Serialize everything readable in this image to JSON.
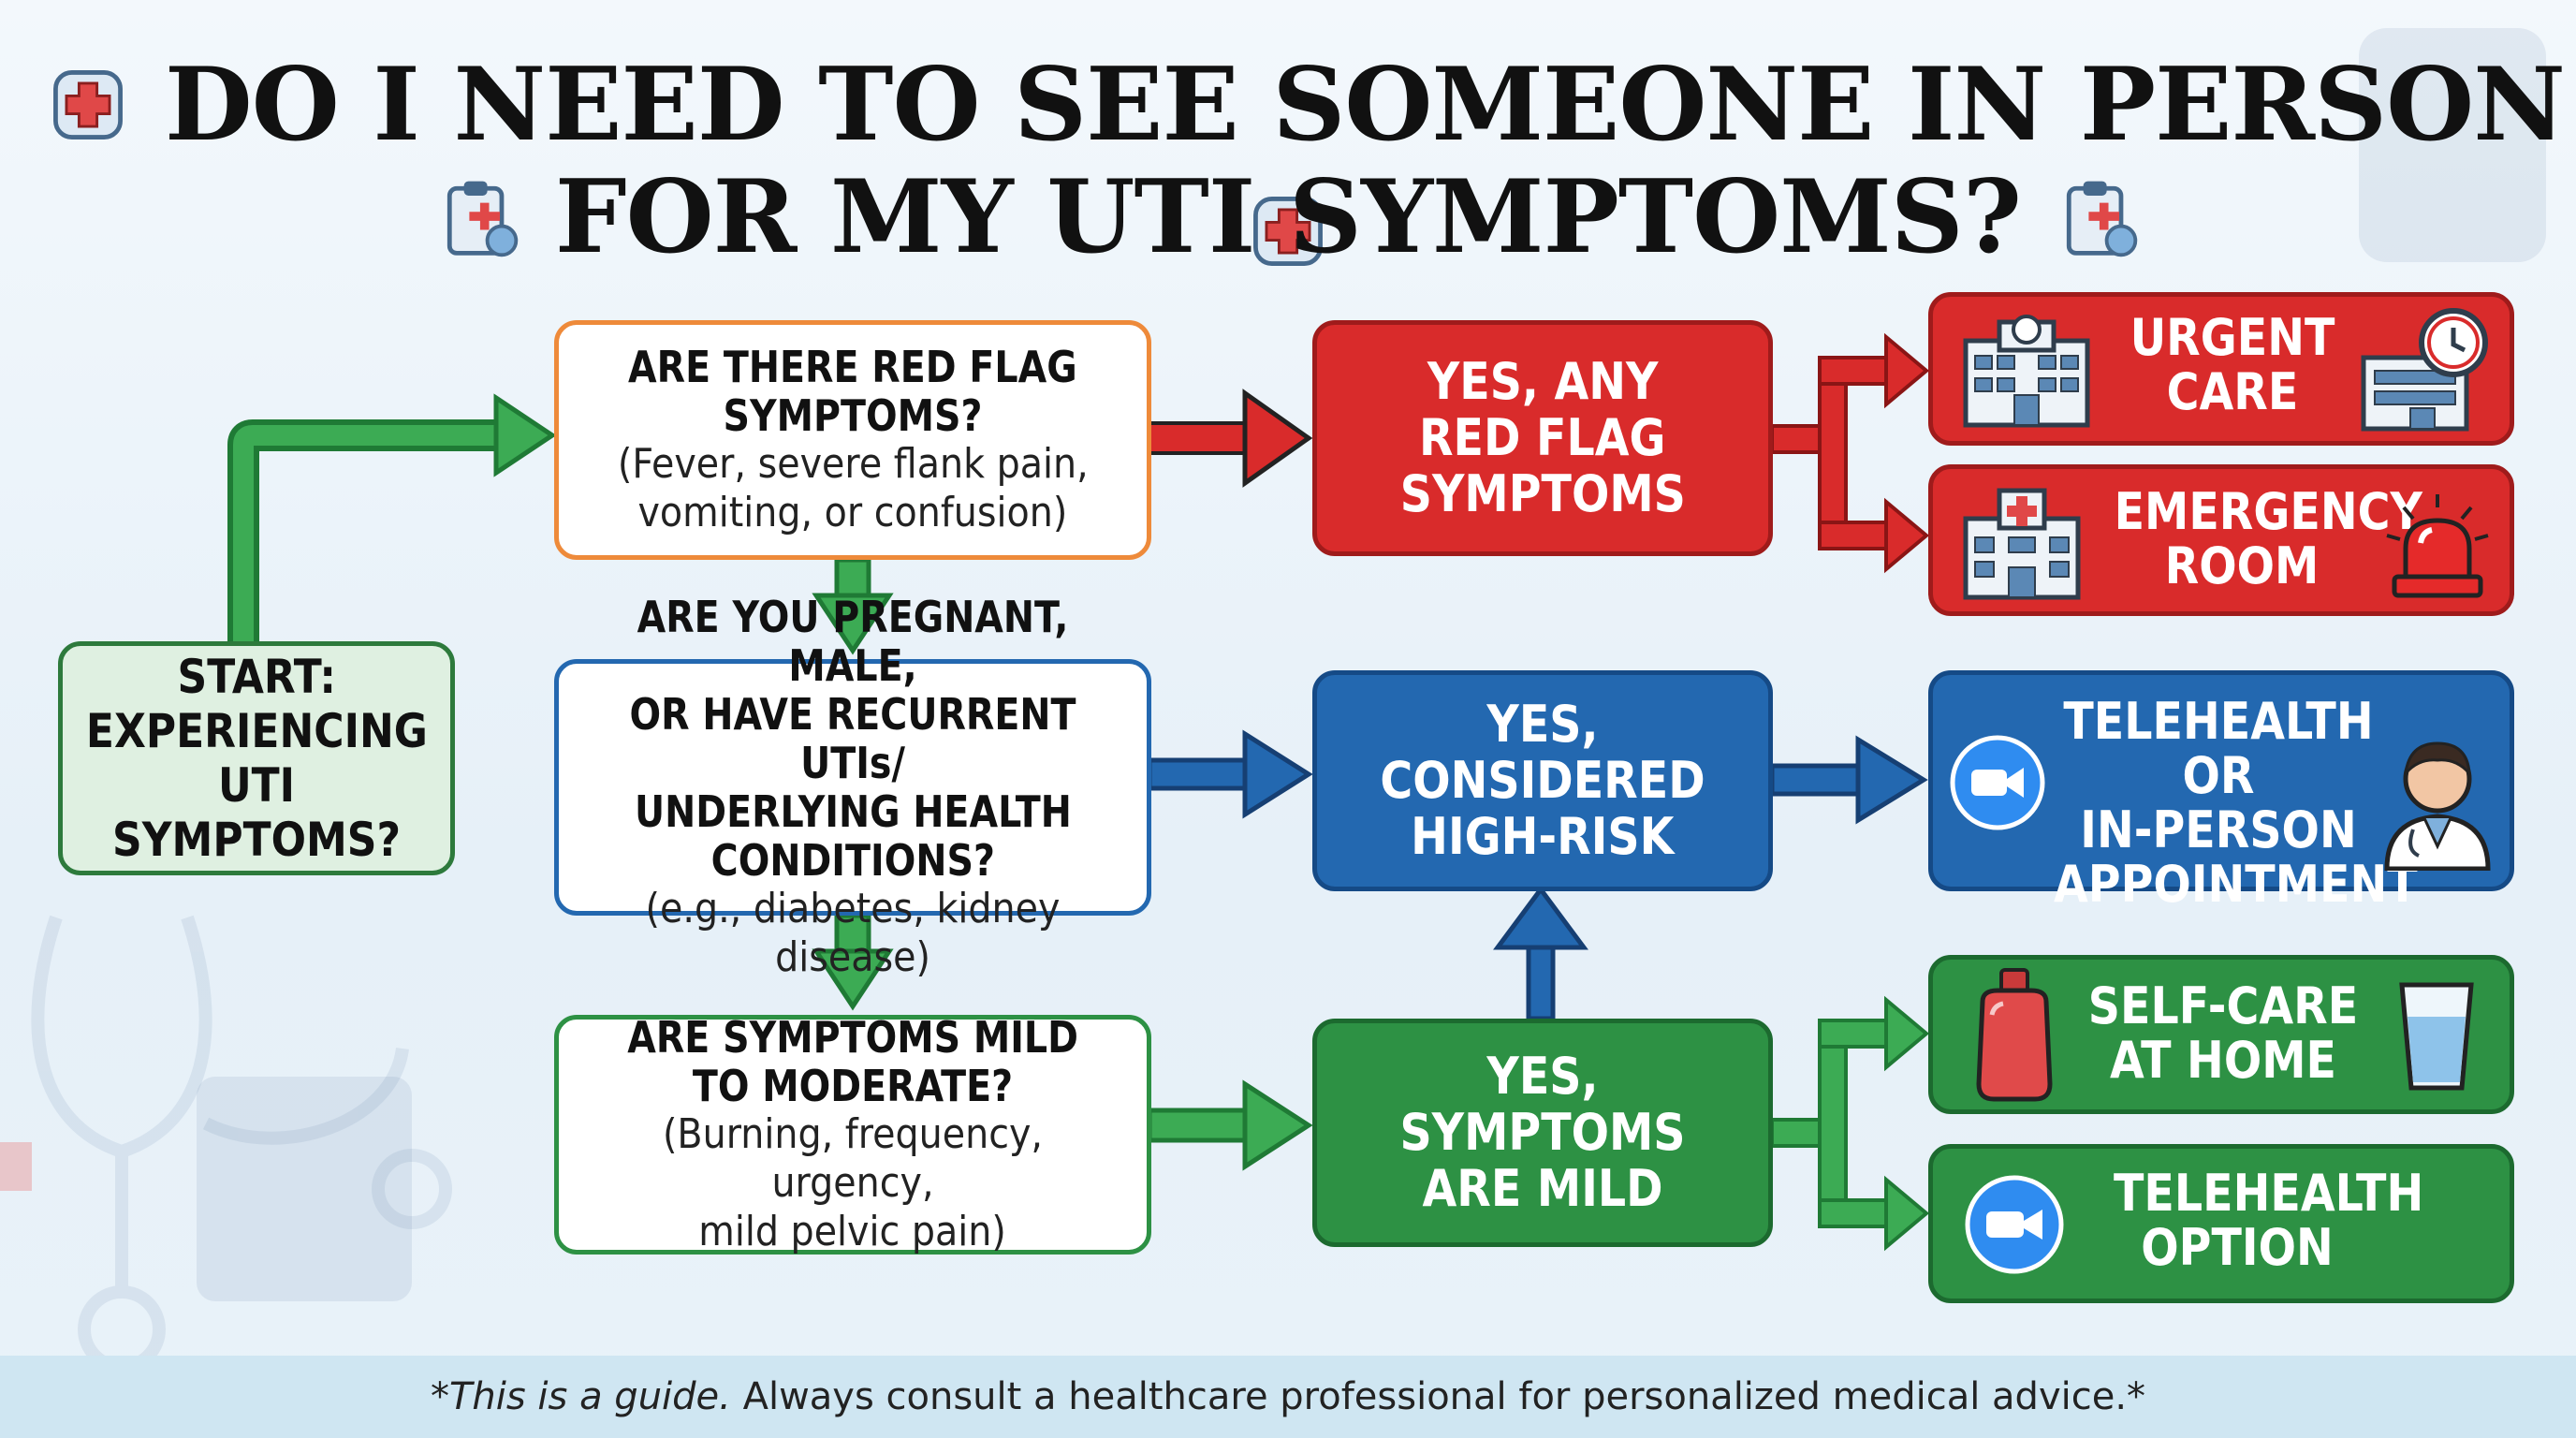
{
  "title": {
    "line1": "DO I NEED TO SEE SOMEONE IN PERSON",
    "line2": "FOR MY UTI SYMPTOMS?"
  },
  "start": {
    "line1": "START:",
    "line2": "EXPERIENCING",
    "line3": "UTI SYMPTOMS?"
  },
  "questions": {
    "red_flag": {
      "line1": "ARE THERE RED FLAG",
      "line2": "SYMPTOMS?",
      "detail1": "(Fever, severe flank pain,",
      "detail2": "vomiting, or confusion)"
    },
    "high_risk": {
      "line1": "ARE YOU PREGNANT, MALE,",
      "line2": "OR HAVE RECURRENT UTIs/",
      "line3": "UNDERLYING HEALTH",
      "line4": "CONDITIONS?",
      "detail1": "(e.g., diabetes, kidney disease)"
    },
    "mild": {
      "line1": "ARE SYMPTOMS MILD",
      "line2": "TO MODERATE?",
      "detail1": "(Burning, frequency, urgency,",
      "detail2": "mild pelvic pain)"
    }
  },
  "answers": {
    "red_flag": {
      "line1": "YES, ANY",
      "line2": "RED FLAG",
      "line3": "SYMPTOMS"
    },
    "high_risk": {
      "line1": "YES, CONSIDERED",
      "line2": "HIGH-RISK"
    },
    "mild": {
      "line1": "YES, SYMPTOMS",
      "line2": "ARE MILD"
    }
  },
  "outcomes": {
    "urgent_care": {
      "line1": "URGENT",
      "line2": "CARE"
    },
    "emergency_room": {
      "line1": "EMERGENCY",
      "line2": "ROOM"
    },
    "telehealth_in_person": {
      "line1": "TELEHEALTH OR",
      "line2": "IN-PERSON",
      "line3": "APPOINTMENT"
    },
    "self_care": {
      "line1": "SELF-CARE",
      "line2": "AT HOME"
    },
    "telehealth_option": {
      "line1": "TELEHEALTH",
      "line2": "OPTION"
    }
  },
  "footer": {
    "italic": "*This is a guide.",
    "rest": " Always consult a healthcare professional for personalized medical advice.*"
  },
  "colors": {
    "red": "#d92b2b",
    "blue": "#2368b0",
    "green": "#2d9144",
    "orange_border": "#ee8a3a",
    "arrow_green": "#34a853",
    "arrow_blue": "#1d5fa8",
    "arrow_red": "#d92b2b"
  },
  "icons": [
    "medical-cross-badge-icon",
    "clipboard-plus-icon",
    "hospital-building-icon",
    "clock-icon",
    "alarm-siren-icon",
    "video-camera-icon",
    "doctor-icon",
    "hot-water-bottle-icon",
    "water-glass-icon",
    "stethoscope-icon"
  ]
}
